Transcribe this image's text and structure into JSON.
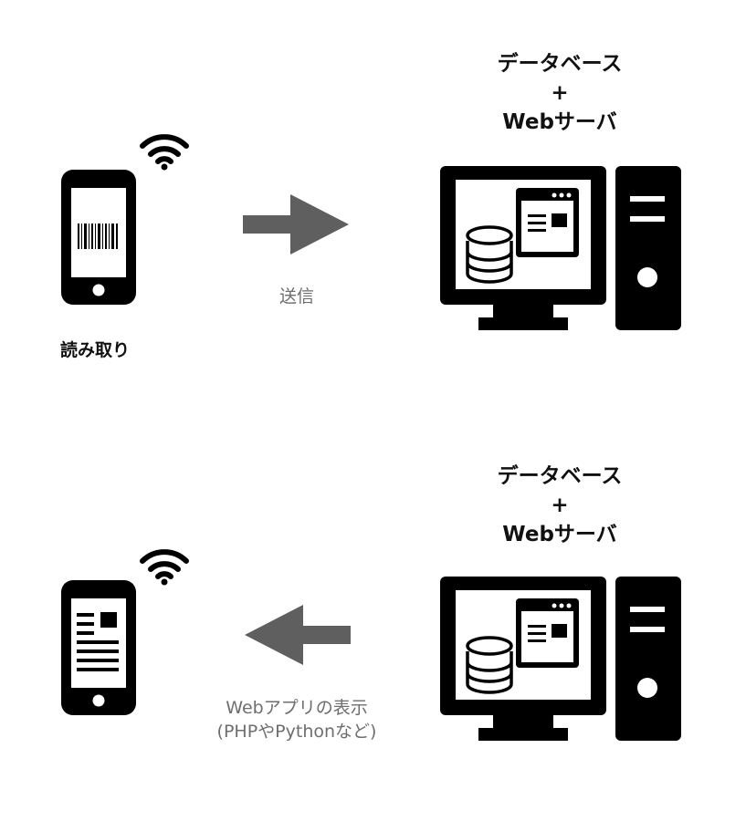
{
  "top": {
    "server_title": [
      "データベース",
      "+",
      "Webサーバ"
    ],
    "arrow_caption": "送信",
    "phone_caption": "読み取り"
  },
  "bottom": {
    "server_title": [
      "データベース",
      "+",
      "Webサーバ"
    ],
    "arrow_caption": [
      "Webアプリの表示",
      "(PHPやPythonなど)"
    ]
  },
  "icons": {
    "wifi": "wifi-icon",
    "phone": "smartphone-icon",
    "barcode": "barcode-icon",
    "document": "document-icon",
    "monitor": "monitor-icon",
    "tower": "pc-tower-icon",
    "database": "database-icon",
    "browser": "browser-window-icon"
  },
  "colors": {
    "icon": "#000000",
    "arrow": "#5f5f5f",
    "caption": "#6e6e6e"
  }
}
